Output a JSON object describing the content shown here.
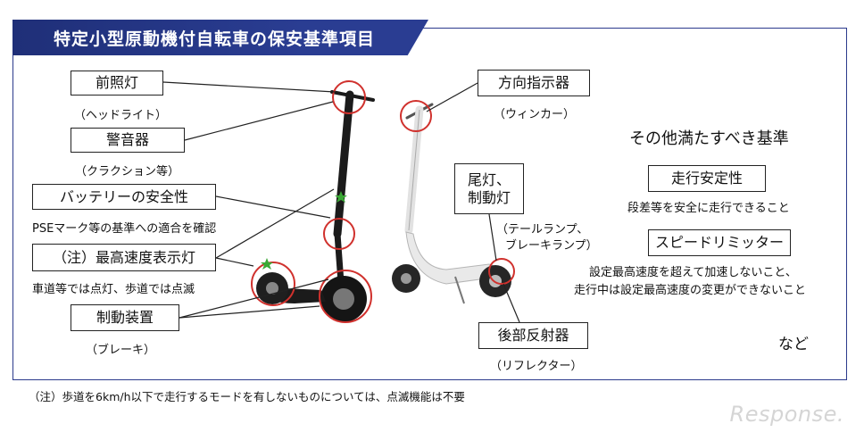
{
  "title": "特定小型原動機付自転車の保安基準項目",
  "labels": {
    "headlight": "前照灯",
    "headlight_sub": "（ヘッドライト）",
    "horn": "警音器",
    "horn_sub": "（クラクション等）",
    "battery": "バッテリーの安全性",
    "battery_sub": "PSEマーク等の基準への適合を確認",
    "speed_lamp": "（注）最高速度表示灯",
    "speed_lamp_sub": "車道等では点灯、歩道では点滅",
    "brake": "制動装置",
    "brake_sub": "（ブレーキ）",
    "turn_signal": "方向指示器",
    "turn_signal_sub": "（ウィンカー）",
    "tail_brake_line1": "尾灯、",
    "tail_brake_line2": "制動灯",
    "tail_brake_sub1": "（テールランプ、",
    "tail_brake_sub2": "ブレーキランプ）",
    "reflector": "後部反射器",
    "reflector_sub": "（リフレクター）"
  },
  "other_standards": {
    "heading": "その他満たすべき基準",
    "stability": "走行安定性",
    "stability_sub": "段差等を安全に走行できること",
    "speed_limiter": "スピードリミッター",
    "speed_limiter_sub1": "設定最高速度を超えて加速しないこと、",
    "speed_limiter_sub2": "走行中は設定最高速度の変更ができないこと",
    "etc": "など"
  },
  "footnote": "（注）歩道を6km/h以下で走行するモードを有しないものについては、点滅機能は不要",
  "logo": "Response.",
  "colors": {
    "banner": "#2a3d92",
    "circle": "#d0312d",
    "marker": "#3aa835"
  }
}
